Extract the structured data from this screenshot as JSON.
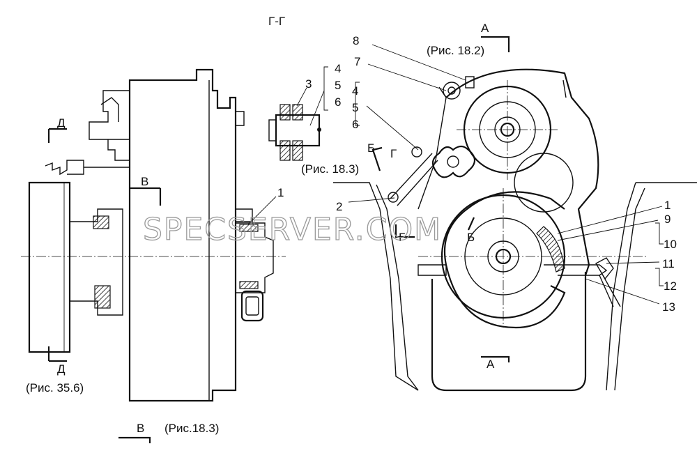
{
  "section_title": "Г-Г",
  "view_markers": {
    "a_top": "A",
    "a_bottom": "A",
    "b_arrow": "Б",
    "b_lower": "Б",
    "g_arrow": "Г",
    "g_lower": "Г",
    "v_mid": "В",
    "v_bottom": "В",
    "d_top": "Д",
    "d_bottom": "Д"
  },
  "references": {
    "ris_18_2": "(Рис. 18.2)",
    "ris_18_3_mid": "(Рис. 18.3)",
    "ris_18_3_bottom": "(Рис.18.3)",
    "ris_35_6": "(Рис. 35.6)"
  },
  "callouts": {
    "c1_left": "1",
    "c1_right": "1",
    "c2": "2",
    "c3": "3",
    "c4_a": "4",
    "c5_a": "5",
    "c6_a": "6",
    "c4_b": "4",
    "c5_b": "5",
    "c6_b": "6",
    "c7": "7",
    "c8": "8",
    "c9": "9",
    "c10": "10",
    "c11": "11",
    "c12": "12",
    "c13": "13"
  },
  "watermark": "SPECSERVER.COM"
}
